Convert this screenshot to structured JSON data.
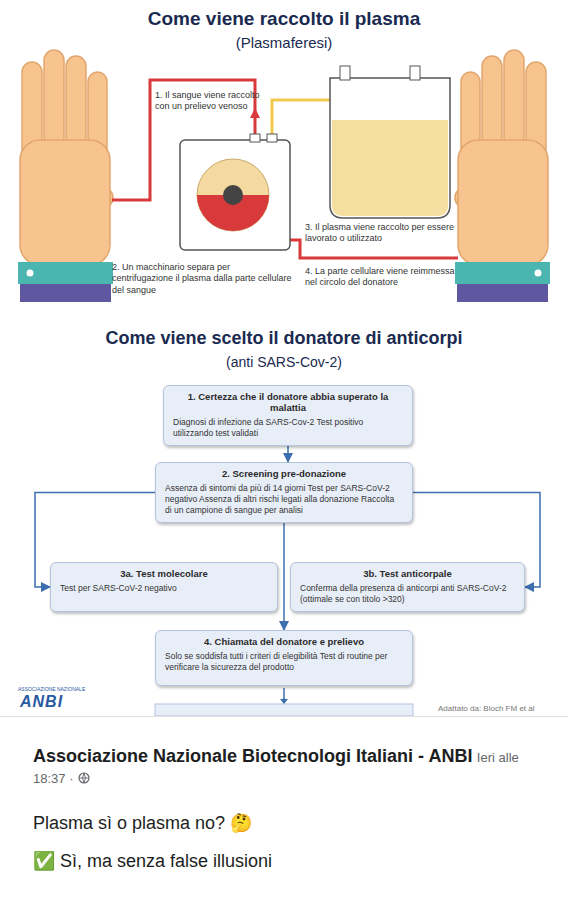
{
  "diagram": {
    "title": "Come viene raccolto il plasma",
    "nodes": [
      {
        "text": [
          "1. Certezza che il donatore abbia superato la malattia",
          "Diagnosi di infezione da SARS-Cov-2 Test positivo utilizzando test validati"
        ]
      },
      {
        "text": [
          "2. Screening pre-donazione",
          "Assenza di sintomi da più di 14 giorni Test per SARS-CoV-2 negativo Assenza di altri rischi legati alla donazione Raccolta di un campione di sangue per analisi"
        ]
      },
      {
        "text": [
          "3a. Test molecolare",
          "Test per SARS-CoV-2 negativo"
        ]
      },
      {
        "text": [
          "3b. Test anticorpale",
          "Conferma della presenza di anticorpi anti SARS-CoV-2 (ottimale se con titolo >320)"
        ]
      },
      {
        "text": [
          "4. Chiamata del donatore e prelievo",
          "Solo se soddisfa tutti i criteri di elegibilità Test di routine per verificare la sicurezza del prodotto"
        ]
      }
    ],
    "edges": [
      {
        "from": 0,
        "to": 1,
        "arrow": "to"
      },
      {
        "from": 1,
        "to": 2,
        "arrow": "to"
      },
      {
        "from": 1,
        "to": 3,
        "arrow": "to"
      },
      {
        "from": 1,
        "to": 4,
        "arrow": "to"
      }
    ],
    "labels": [
      "(Plasmaferesi)",
      "1. Il sangue viene raccolto con un prelievo venoso",
      "2. Un macchinario separa per centrifugazione il plasma dalla parte cellulare del sangue",
      "3. Il plasma viene raccolto per essere lavorato o utilizzato",
      "4. La parte cellulare viene reimmessa nel circolo del donatore",
      "Come viene scelto il donatore di anticorpi",
      "(anti SARS-Cov-2)",
      "ASSOCIAZIONE NAZIONALE",
      "ANBI",
      "Adattato da: Bloch FM et al",
      "Associazione Nazionale Biotecnologi Italiani - ANBI",
      "Ieri alle 18:37 ·",
      "Plasma sì o plasma no? 🤔",
      "✅ Sì, ma senza false illusioni"
    ]
  }
}
